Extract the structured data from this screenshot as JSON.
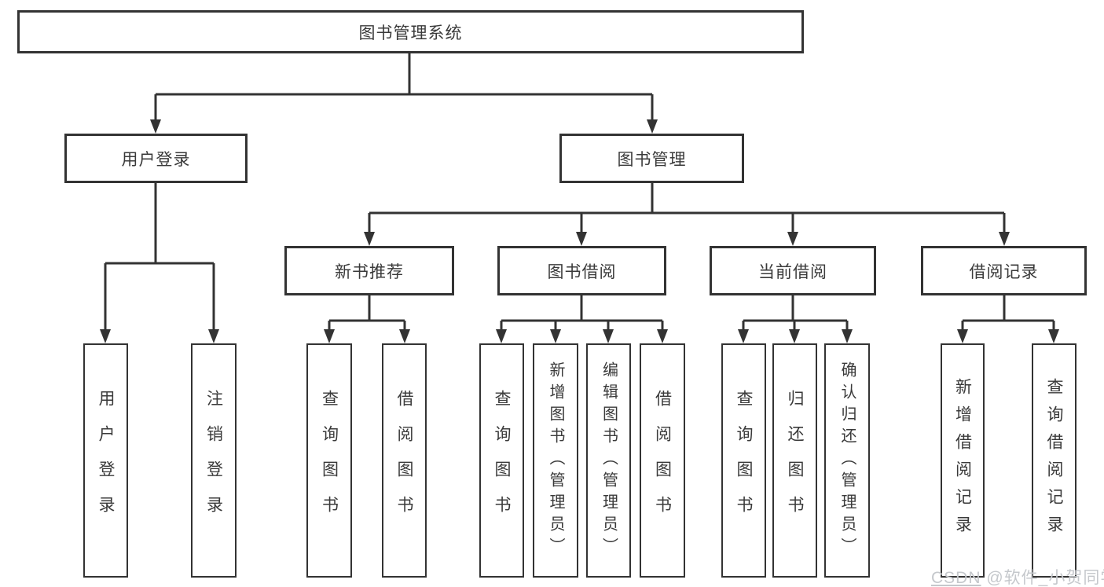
{
  "nodes": {
    "root": {
      "label": "图书管理系统"
    },
    "user_login": {
      "label": "用户登录"
    },
    "book_mgmt": {
      "label": "图书管理"
    },
    "new_book_rec": {
      "label": "新书推荐"
    },
    "book_borrow": {
      "label": "图书借阅"
    },
    "current_borrow": {
      "label": "当前借阅"
    },
    "borrow_records": {
      "label": "借阅记录"
    },
    "leaf_user_login": {
      "label": "用户登录"
    },
    "leaf_logout": {
      "label": "注销登录"
    },
    "leaf_query_books_rec": {
      "label": "查询图书"
    },
    "leaf_borrow_books_rec": {
      "label": "借阅图书"
    },
    "leaf_query_books_borrow": {
      "label": "查询图书"
    },
    "leaf_add_books": {
      "label": "新增图书（管理员）"
    },
    "leaf_edit_books": {
      "label": "编辑图书（管理员）"
    },
    "leaf_borrow_books": {
      "label": "借阅图书"
    },
    "leaf_query_books_current": {
      "label": "查询图书"
    },
    "leaf_return_books": {
      "label": "归还图书"
    },
    "leaf_confirm_return": {
      "label": "确认归还（管理员）"
    },
    "leaf_add_record": {
      "label": "新增借阅记录"
    },
    "leaf_query_record": {
      "label": "查询借阅记录"
    }
  },
  "watermark": {
    "brand": "CSDN",
    "handle": " @软件_小贺同学"
  },
  "colors": {
    "line": "#333333",
    "box_border": "#333333",
    "text": "#3a3a3a",
    "watermark": "#c5c8cc",
    "background": "#ffffff"
  }
}
